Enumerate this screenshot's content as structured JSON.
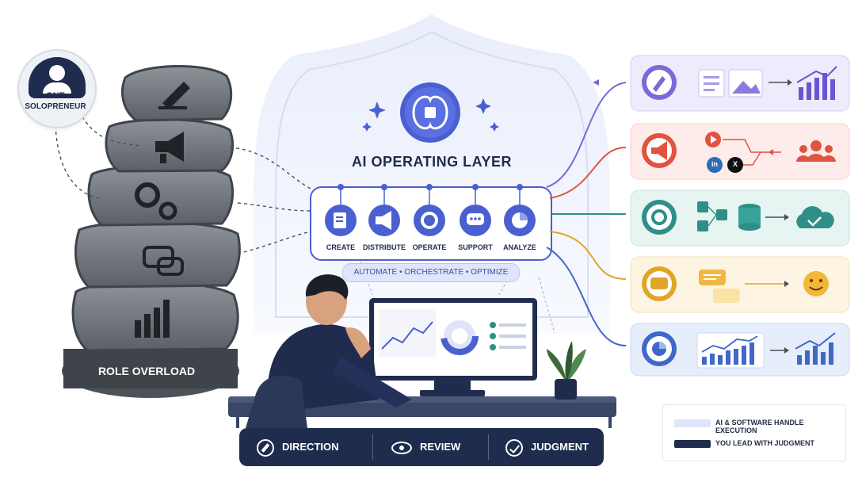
{
  "solopreneur": {
    "line1": "ONE",
    "line2": "SOLOPRENEUR"
  },
  "stack": {
    "label": "ROLE OVERLOAD",
    "rock_icons": [
      "pencil-icon",
      "megaphone-icon",
      "gears-icon",
      "chat-icon",
      "bar-chart-icon"
    ]
  },
  "ai_layer": {
    "title": "AI OPERATING LAYER",
    "center_icon": "brain-chip-icon",
    "functions": [
      {
        "label": "CREATE",
        "icon": "document-pencil-icon"
      },
      {
        "label": "DISTRIBUTE",
        "icon": "megaphone-icon"
      },
      {
        "label": "OPERATE",
        "icon": "gear-icon"
      },
      {
        "label": "SUPPORT",
        "icon": "chat-icon"
      },
      {
        "label": "ANALYZE",
        "icon": "pie-chart-icon"
      }
    ],
    "tagline": "AUTOMATE • ORCHESTRATE • OPTIMIZE"
  },
  "outputs": [
    {
      "color": "#7b68d9",
      "bg": "#efeafc",
      "icon": "pencil-icon"
    },
    {
      "color": "#e0533f",
      "bg": "#fdecea",
      "icon": "megaphone-icon",
      "social": [
        "in",
        "X"
      ]
    },
    {
      "color": "#2f8f86",
      "bg": "#e6f4f2",
      "icon": "gear-icon"
    },
    {
      "color": "#e2a428",
      "bg": "#fdf5e2",
      "icon": "chat-icon"
    },
    {
      "color": "#3f68c9",
      "bg": "#e7eefb",
      "icon": "pie-chart-icon"
    }
  ],
  "bottom_bar": {
    "items": [
      {
        "label": "DIRECTION",
        "icon": "compass-icon"
      },
      {
        "label": "REVIEW",
        "icon": "eye-icon"
      },
      {
        "label": "JUDGMENT",
        "icon": "check-circle-icon"
      }
    ]
  },
  "legend": [
    {
      "label": "AI & SOFTWARE HANDLE EXECUTION",
      "color": "#dfe4fb"
    },
    {
      "label": "YOU LEAD WITH JUDGMENT",
      "color": "#1f2c4d"
    }
  ],
  "colors": {
    "navy": "#1f2c4d",
    "accent": "#4a5fd0"
  }
}
